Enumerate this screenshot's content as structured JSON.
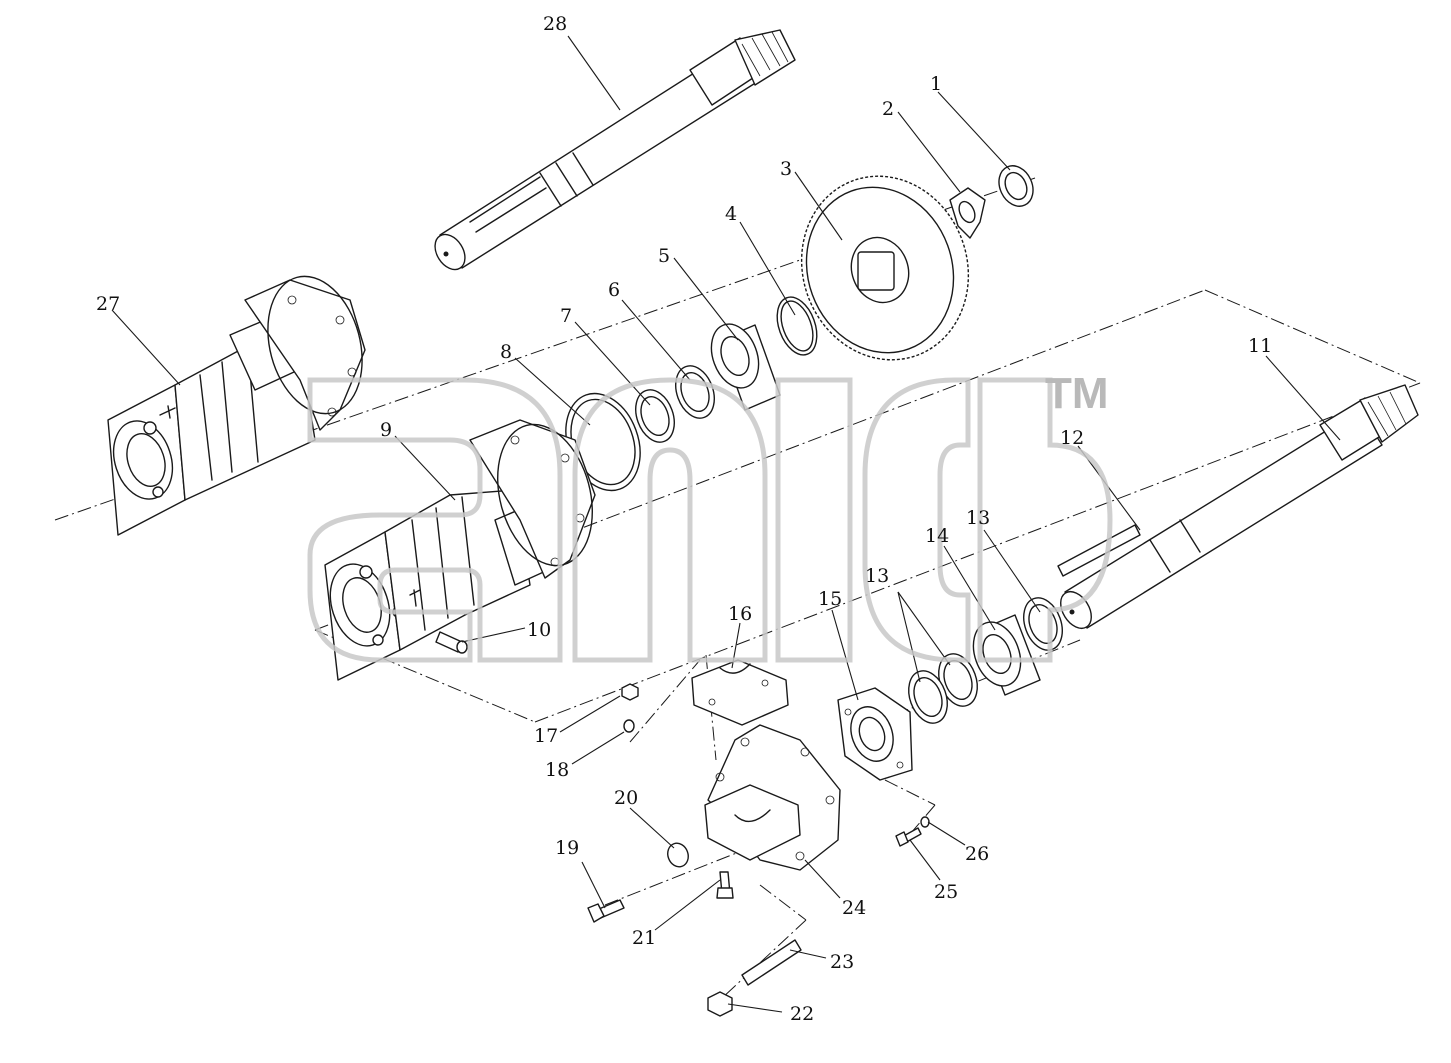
{
  "diagram": {
    "callouts": [
      "1",
      "2",
      "3",
      "4",
      "5",
      "6",
      "7",
      "8",
      "9",
      "10",
      "11",
      "12",
      "13",
      "13",
      "14",
      "15",
      "16",
      "17",
      "18",
      "19",
      "20",
      "21",
      "22",
      "23",
      "24",
      "25",
      "26",
      "27",
      "28"
    ]
  },
  "watermark": {
    "mark": "TM"
  },
  "colors": {
    "ink": "#1a1a1a",
    "background": "#ffffff",
    "watermark": "#c8c8c8"
  }
}
